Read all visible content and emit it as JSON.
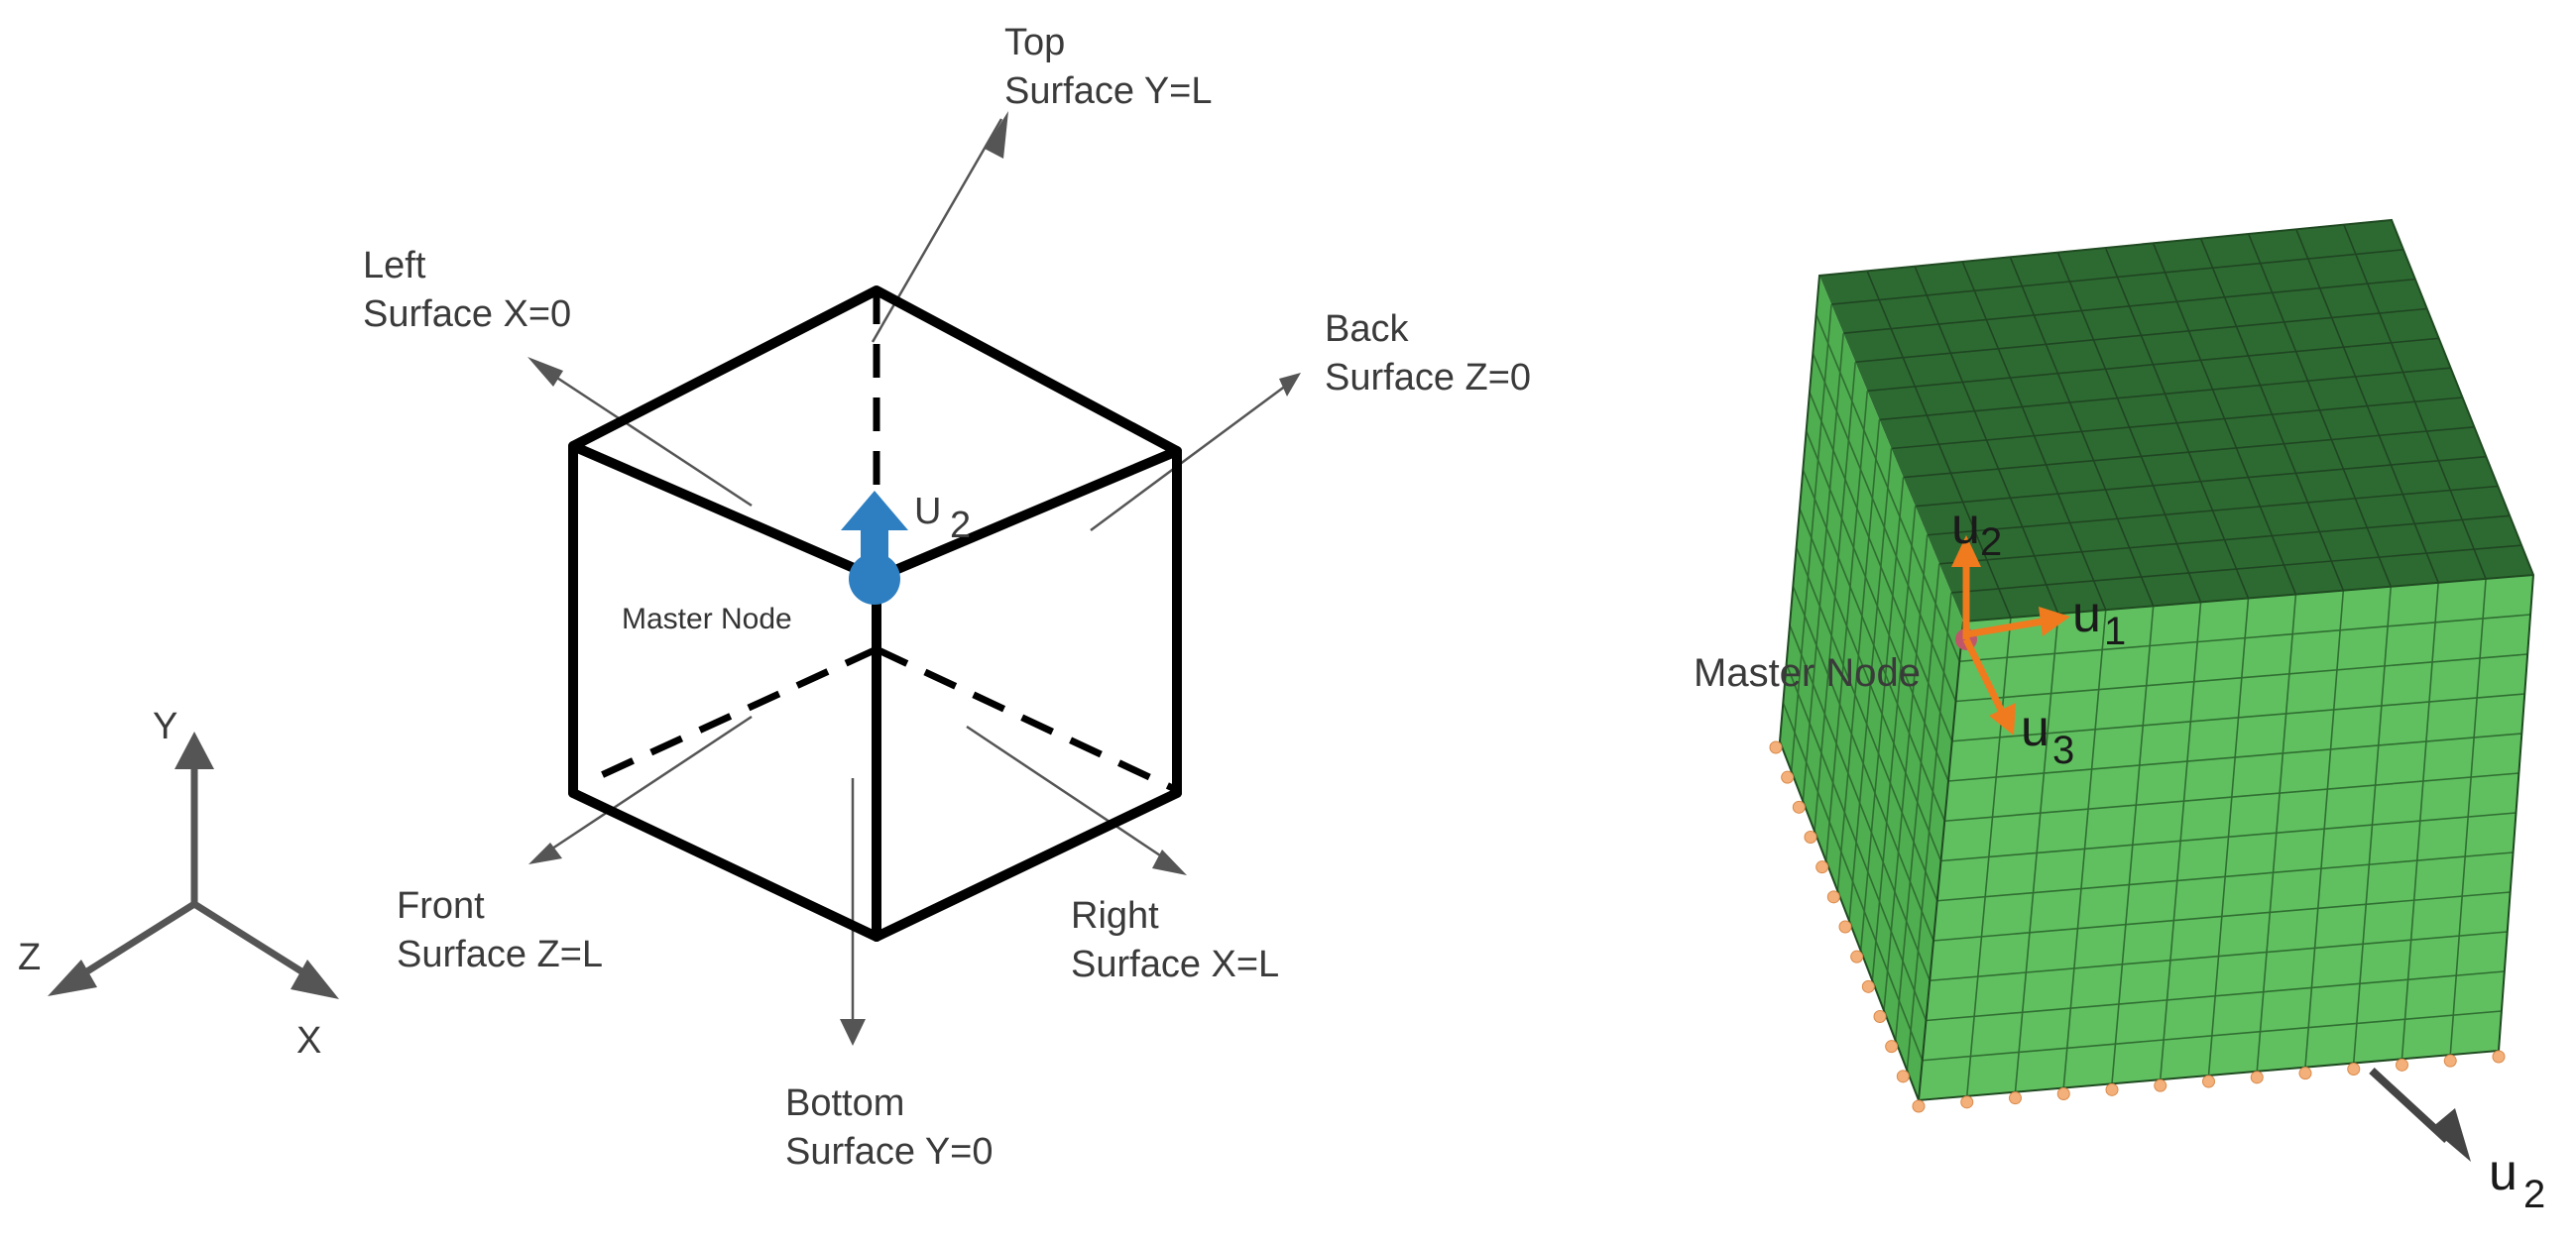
{
  "left_diagram": {
    "surfaces": {
      "top": {
        "line1": "Top",
        "line2": "Surface Y=L"
      },
      "left": {
        "line1": "Left",
        "line2": "Surface X=0"
      },
      "back": {
        "line1": "Back",
        "line2": "Surface Z=0"
      },
      "front": {
        "line1": "Front",
        "line2": "Surface Z=L"
      },
      "right": {
        "line1": "Right",
        "line2": "Surface X=L"
      },
      "bottom": {
        "line1": "Bottom",
        "line2": "Surface Y=0"
      }
    },
    "master_node_label": "Master Node",
    "displacement_label": {
      "main": "U",
      "sub": "2"
    },
    "axes": {
      "y": "Y",
      "z": "Z",
      "x": "X"
    },
    "colors": {
      "edge": "#000000",
      "arrow": "#555555",
      "node": "#2e7fc1"
    }
  },
  "right_diagram": {
    "master_node_label": "Master Node",
    "dof_labels": [
      {
        "main": "u",
        "sub": "2"
      },
      {
        "main": "u",
        "sub": "1"
      },
      {
        "main": "u",
        "sub": "3"
      }
    ],
    "applied_displacement": {
      "main": "u",
      "sub": "2"
    },
    "colors": {
      "top_face": "#2d6a31",
      "side_face": "#5cbf5c",
      "dof_arrows": "#f07a1e",
      "constraints": "#f4b07a"
    }
  }
}
